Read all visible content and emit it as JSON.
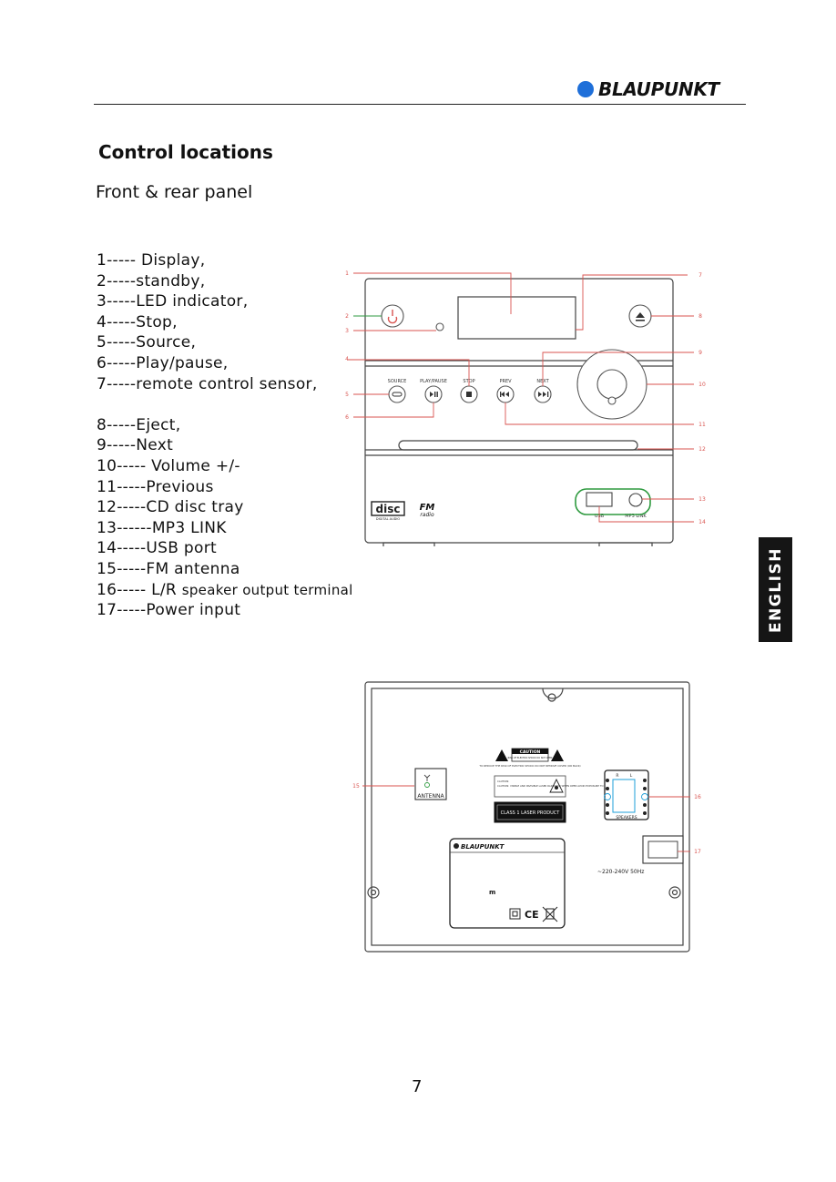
{
  "header": {
    "brand": "BLAUPUNKT"
  },
  "title": "Control locations",
  "subtitle": "Front & rear panel",
  "legend": {
    "items": [
      "1----- Display,",
      "2-----standby,",
      "3-----LED indicator,",
      "4-----Stop,",
      "5-----Source,",
      "6-----Play/pause,",
      "7-----remote control sensor,",
      "8-----Eject,",
      "9-----Next",
      "10----- Volume +/-",
      "11-----Previous",
      "12-----CD disc tray",
      "13------MP3 LINK",
      "14-----USB port",
      "15-----FM antenna",
      "16----- L/R ",
      "17-----Power input"
    ],
    "item16_suffix": "speaker output terminal"
  },
  "front_panel": {
    "button_labels": [
      "SOURCE",
      "PLAY/PAUSE",
      "STOP",
      "PREV",
      "NEXT"
    ],
    "port_labels": [
      "USB",
      "MP3 LINK"
    ],
    "callouts": [
      "1",
      "2",
      "3",
      "4",
      "5",
      "6",
      "7",
      "8",
      "9",
      "10",
      "11",
      "12",
      "13",
      "14"
    ],
    "logos": [
      "DIGITAL AUDIO",
      "FM",
      "radio"
    ]
  },
  "rear_panel": {
    "antenna_label": "ANTENNA",
    "caution_title": "CAUTION",
    "caution_sub": "RISK OF ELECTRIC SHOCK DO NOT OPEN",
    "caution_text": "TO REDUCE THE RISK OF ELECTRIC SHOCK DO NOT REMOVE COVER (OR BACK)",
    "laser_text": "CAUTION: VISIBLE AND INVISIBLE LASER RADIATION WHEN OPEN AVOID EXPOSURE TO BEAM",
    "class_label": "CLASS 1 LASER PRODUCT",
    "label_brand": "BLAUPUNKT",
    "speaker_label": "SPEAKERS",
    "speaker_channels": [
      "R",
      "L"
    ],
    "power_label": "~220-240V 50Hz",
    "callouts": [
      "15",
      "16",
      "17"
    ]
  },
  "side_tab": "ENGLISH",
  "page_number": "7",
  "colors": {
    "accent_red": "#d9534f",
    "accent_green": "#2e9a3f",
    "brand_blue": "#1e6fd9"
  }
}
